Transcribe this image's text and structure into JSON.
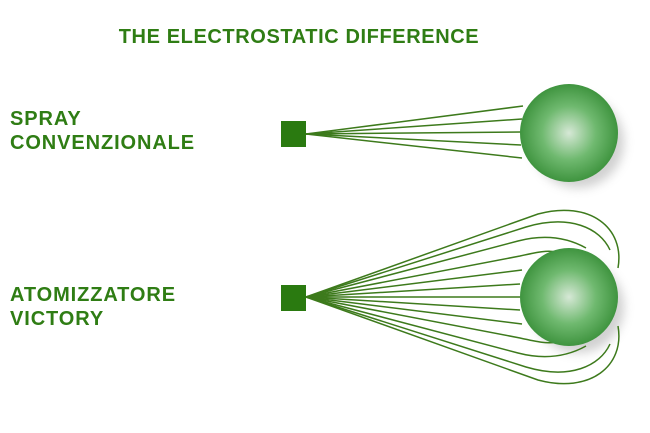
{
  "title": "THE ELECTROSTATIC DIFFERENCE",
  "rows": [
    {
      "label_lines": [
        "SPRAY",
        "CONVENZIONALE"
      ]
    },
    {
      "label_lines": [
        "ATOMIZZATORE",
        "VICTORY"
      ]
    }
  ],
  "colors": {
    "accent": "#2f7d14",
    "nozzle": "#2a7a10",
    "spray_line": "#3d7a1c",
    "target_light": "#d6e8d6",
    "target_mid": "#6fb96f",
    "target_dark": "#3f943f"
  }
}
